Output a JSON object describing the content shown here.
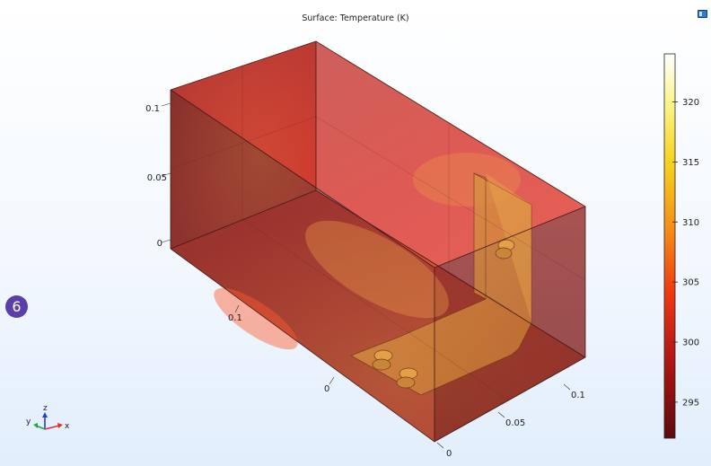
{
  "plot": {
    "title": "Surface: Temperature (K)"
  },
  "step_badge": "6",
  "axis_ticks": {
    "z": [
      "0.1",
      "0.05",
      "0"
    ],
    "y": [
      "0.1",
      "0"
    ],
    "x": [
      "0.1",
      "0.05",
      "0"
    ]
  },
  "triad": {
    "x": "x",
    "y": "y",
    "z": "z"
  },
  "colorbar": {
    "min": 292,
    "max": 324,
    "ticks": [
      "320",
      "315",
      "310",
      "305",
      "300",
      "295"
    ]
  },
  "colors": {
    "shell_hot": "#d8322a",
    "shell_dark": "#8c2a25",
    "bracket": "#d68a3c",
    "axis_x": "#e03030",
    "axis_y": "#22a84a",
    "axis_z": "#2040d0"
  },
  "icons": [
    "step-badge-icon",
    "camera-view-icon",
    "axis-triad-icon"
  ]
}
